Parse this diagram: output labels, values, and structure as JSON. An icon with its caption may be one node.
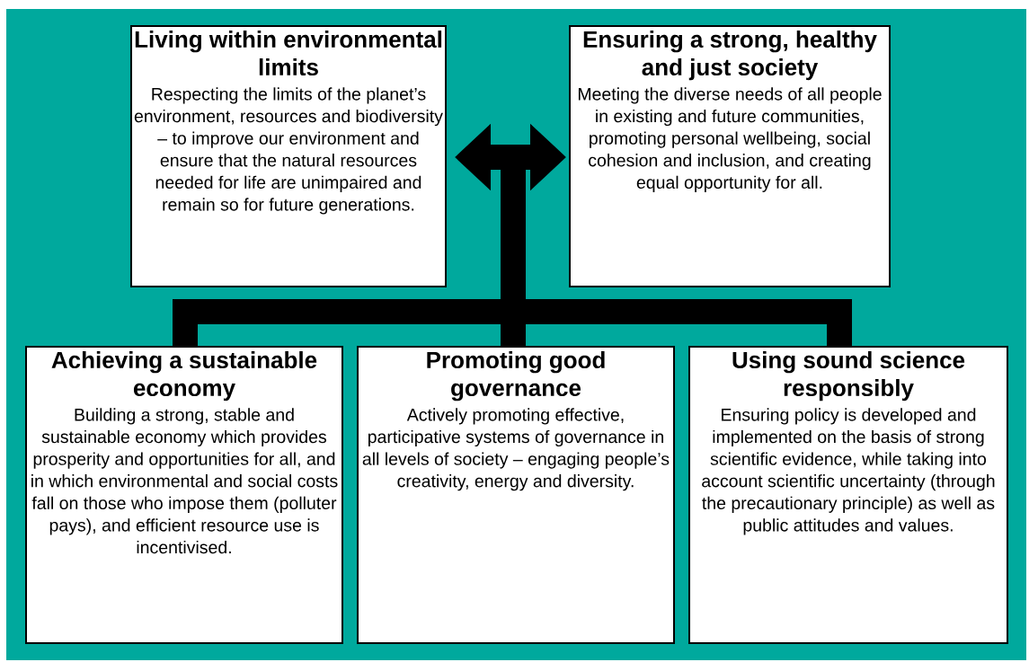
{
  "diagram": {
    "nodes": [
      {
        "text": [
          "Living within environmental limits",
          "Respecting the limits of the planet’s environment, resources and biodiversity – to improve our environment and ensure that the natural resources needed for life are unimpaired and remain so for future generations."
        ]
      },
      {
        "text": [
          "Ensuring a strong, healthy and just society",
          "Meeting the diverse needs of all people in existing and future communities, promoting personal wellbeing, social cohesion and inclusion, and creating equal opportunity for all."
        ]
      },
      {
        "text": [
          "Achieving a sustainable economy",
          "Building a strong, stable and sustainable economy which provides prosperity and opportunities for all, and in which environmental and social costs fall on those who impose them (polluter pays), and efficient resource use is incentivised."
        ]
      },
      {
        "text": [
          "Promoting good governance",
          "Actively promoting effective, participative systems of governance in all levels of society – engaging people’s creativity, energy and diversity."
        ]
      },
      {
        "text": [
          "Using sound science responsibly",
          "Ensuring policy is developed and implemented on the basis of strong scientific evidence, while taking into account scientific uncertainty (through the precautionary principle) as well as public attitudes and values."
        ]
      }
    ],
    "edges": [
      {
        "from": 2,
        "to": 0,
        "arrow": "to"
      },
      {
        "from": 2,
        "to": 1,
        "arrow": "to"
      },
      {
        "from": 3,
        "to": 0,
        "arrow": "to"
      },
      {
        "from": 3,
        "to": 1,
        "arrow": "to"
      },
      {
        "from": 4,
        "to": 0,
        "arrow": "to"
      },
      {
        "from": 4,
        "to": 1,
        "arrow": "to"
      }
    ]
  }
}
